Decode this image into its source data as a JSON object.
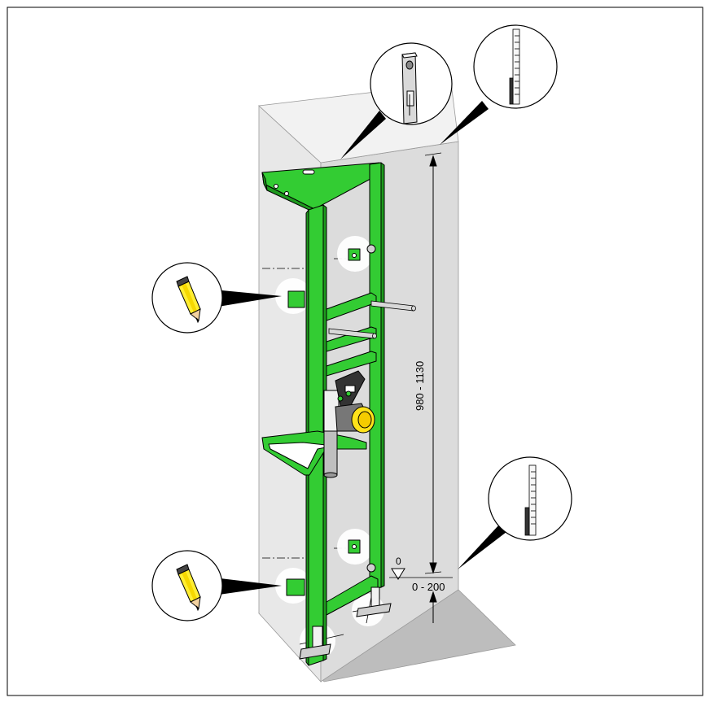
{
  "labels": {
    "height_range": "980 - 1130",
    "floor_zero": "0",
    "floor_offset": "0 - 200"
  },
  "colors": {
    "frame_green": "#33cc33",
    "frame_green_dark": "#1e9a1e",
    "wall_grey": "#e4e4e4",
    "floor_grey": "#bdbdbd",
    "outline": "#000000",
    "pencil_yellow": "#ffee33",
    "valve_yellow": "#ffe21a"
  },
  "icons": [
    "pencil-icon",
    "spirit-level-icon",
    "measuring-rule-icon"
  ]
}
